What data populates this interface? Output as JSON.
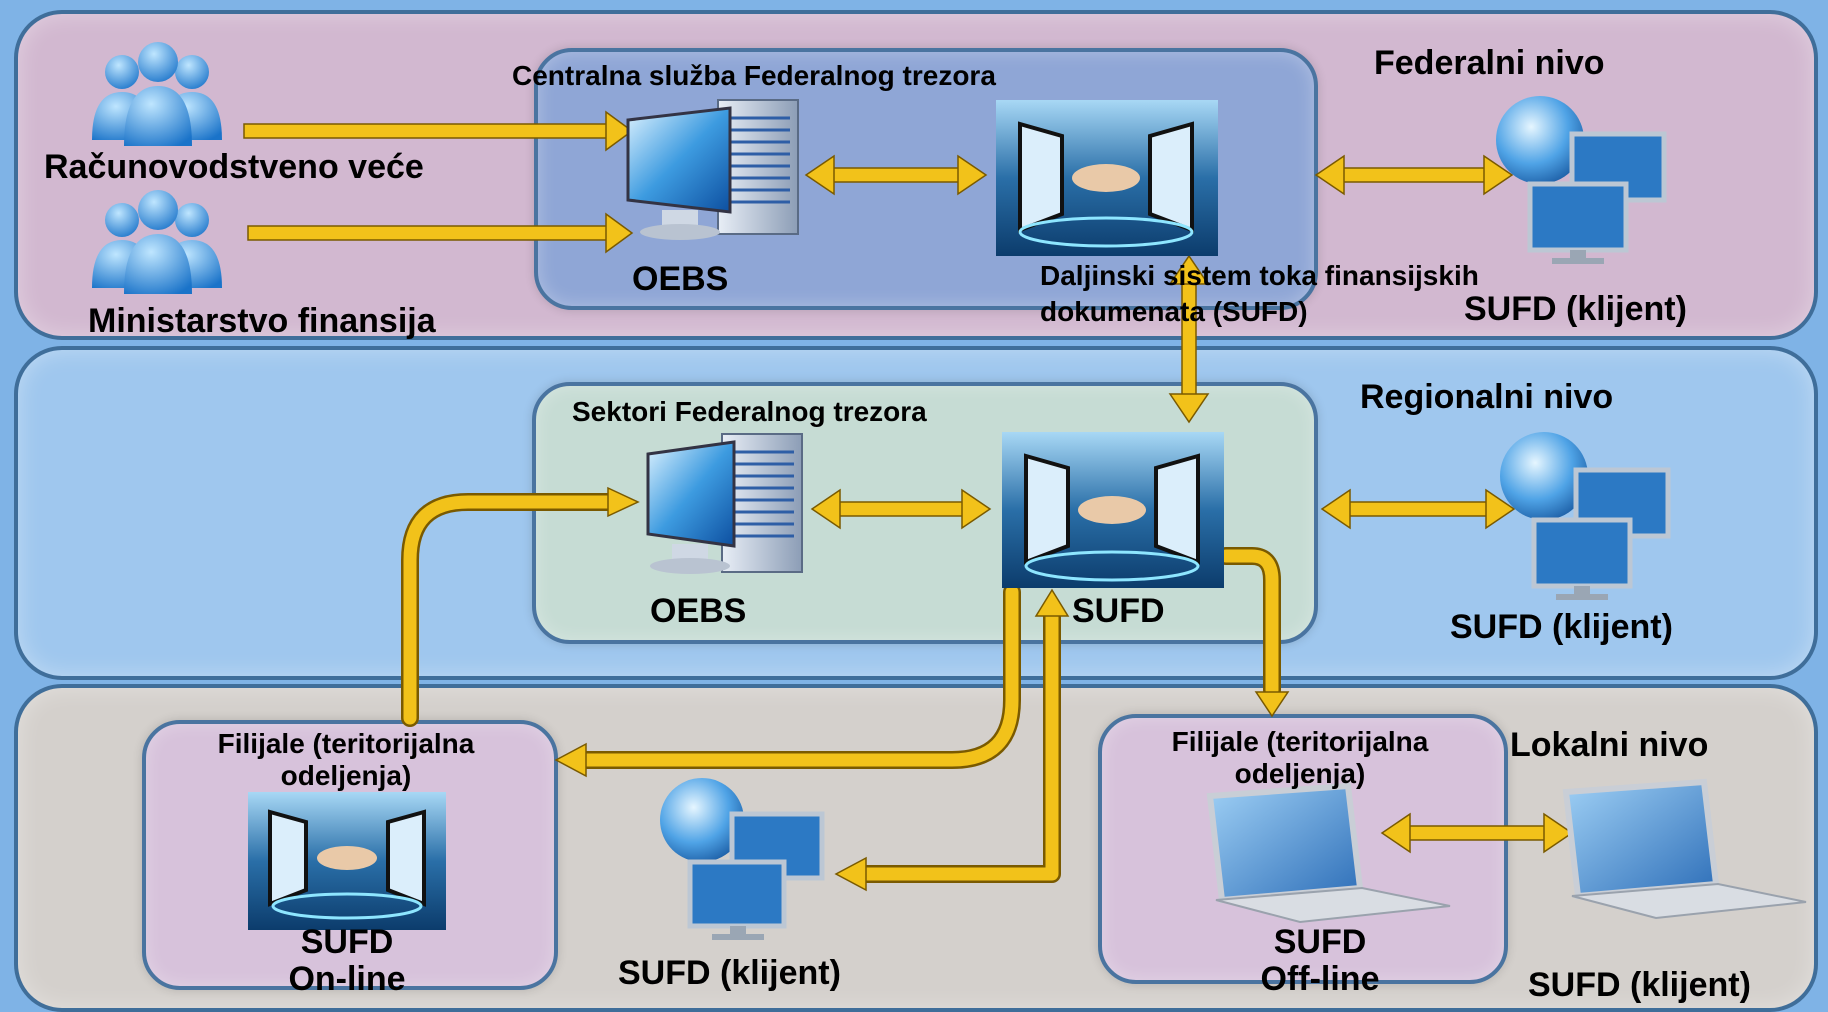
{
  "levels": {
    "federal": "Federalni nivo",
    "regional": "Regionalni nivo",
    "local": "Lokalni nivo"
  },
  "federal": {
    "box_title": "Centralna služba Federalnog trezora",
    "accounting_chamber": "Računovodstveno veće",
    "ministry": "Ministarstvo finansija",
    "oebs": "OEBS",
    "sufd_line1": "Daljinski sistem toka finansijskih",
    "sufd_line2": "dokumenata (SUFD)",
    "client": "SUFD (klijent)"
  },
  "regional": {
    "box_title": "Sektori Federalnog trezora",
    "oebs": "OEBS",
    "sufd": "SUFD",
    "client": "SUFD (klijent)"
  },
  "local": {
    "branch_online_line1": "Filijale (teritorijalna",
    "branch_online_line2": "odeljenja)",
    "sufd_online_line1": "SUFD",
    "sufd_online_line2": "On-line",
    "client_middle": "SUFD (klijent)",
    "branch_offline_line1": "Filijale (teritorijalna",
    "branch_offline_line2": "odeljenja)",
    "sufd_offline_line1": "SUFD",
    "sufd_offline_line2": "Off-line",
    "client_right": "SUFD (klijent)"
  },
  "colors": {
    "federal_band": "#d2b8d0",
    "regional_band": "#9fc7ee",
    "local_band": "#d4d0cc",
    "federal_box": "#8fa6d6",
    "regional_box": "#c6dcd4",
    "branch_box": "#d7c2db",
    "arrow": "#f2c21a"
  }
}
